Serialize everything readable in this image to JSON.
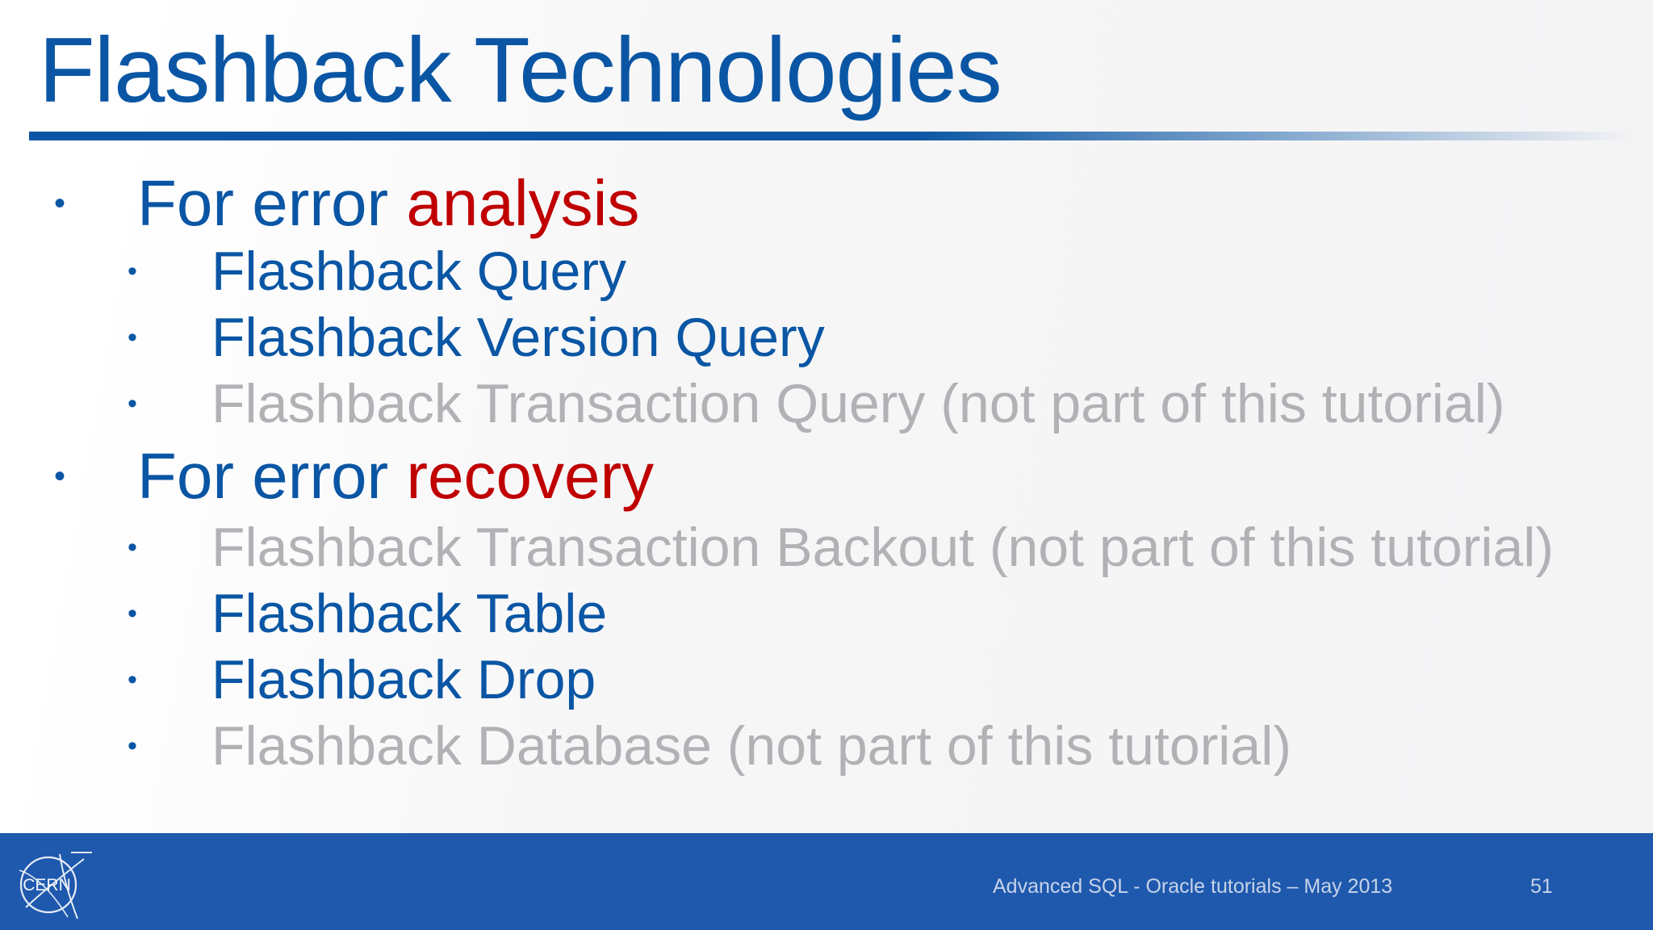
{
  "slide": {
    "title": "Flashback Technologies",
    "bullets": [
      {
        "prefix": "For error ",
        "highlight": "analysis",
        "subitems": [
          {
            "text": "Flashback Query",
            "muted": false
          },
          {
            "text": "Flashback Version Query",
            "muted": false
          },
          {
            "text": "Flashback Transaction Query (not part of this tutorial)",
            "muted": true
          }
        ]
      },
      {
        "prefix": "For error ",
        "highlight": "recovery",
        "subitems": [
          {
            "text": "Flashback Transaction Backout (not part of this tutorial)",
            "muted": true
          },
          {
            "text": "Flashback Table",
            "muted": false
          },
          {
            "text": "Flashback Drop",
            "muted": false
          },
          {
            "text": "Flashback Database (not part of this tutorial)",
            "muted": true
          }
        ]
      }
    ],
    "bullet_glyph": "•"
  },
  "footer": {
    "logo_text": "CERN",
    "caption": "Advanced SQL - Oracle tutorials – May 2013",
    "page_number": "51"
  },
  "colors": {
    "title_blue": "#0a56a4",
    "highlight_red": "#c00000",
    "muted_gray": "#b2b2b6",
    "footer_blue": "#1f59ae"
  }
}
